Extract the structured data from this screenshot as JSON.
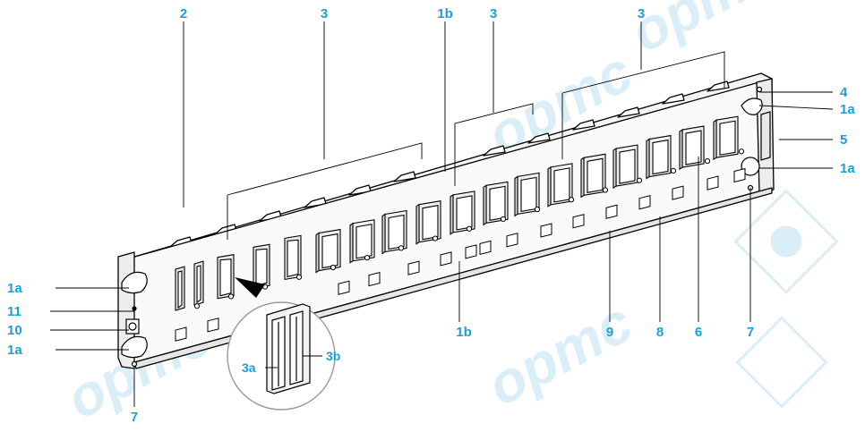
{
  "figure": {
    "callouts": {
      "c2": "2",
      "c3_a": "3",
      "c3_b": "3",
      "c3_c": "3",
      "c1b_top": "1b",
      "c1b_bottom": "1b",
      "c4": "4",
      "c1a_r1": "1a",
      "c5": "5",
      "c1a_r2": "1a",
      "c1a_l1": "1a",
      "c11": "11",
      "c10": "10",
      "c1a_l2": "1a",
      "c7_left": "7",
      "c9": "9",
      "c8": "8",
      "c6": "6",
      "c7_right": "7",
      "c3a": "3a",
      "c3b": "3b"
    },
    "accent_color": "#1a9fd8",
    "line_color": "#000000",
    "watermark": "opmc"
  }
}
